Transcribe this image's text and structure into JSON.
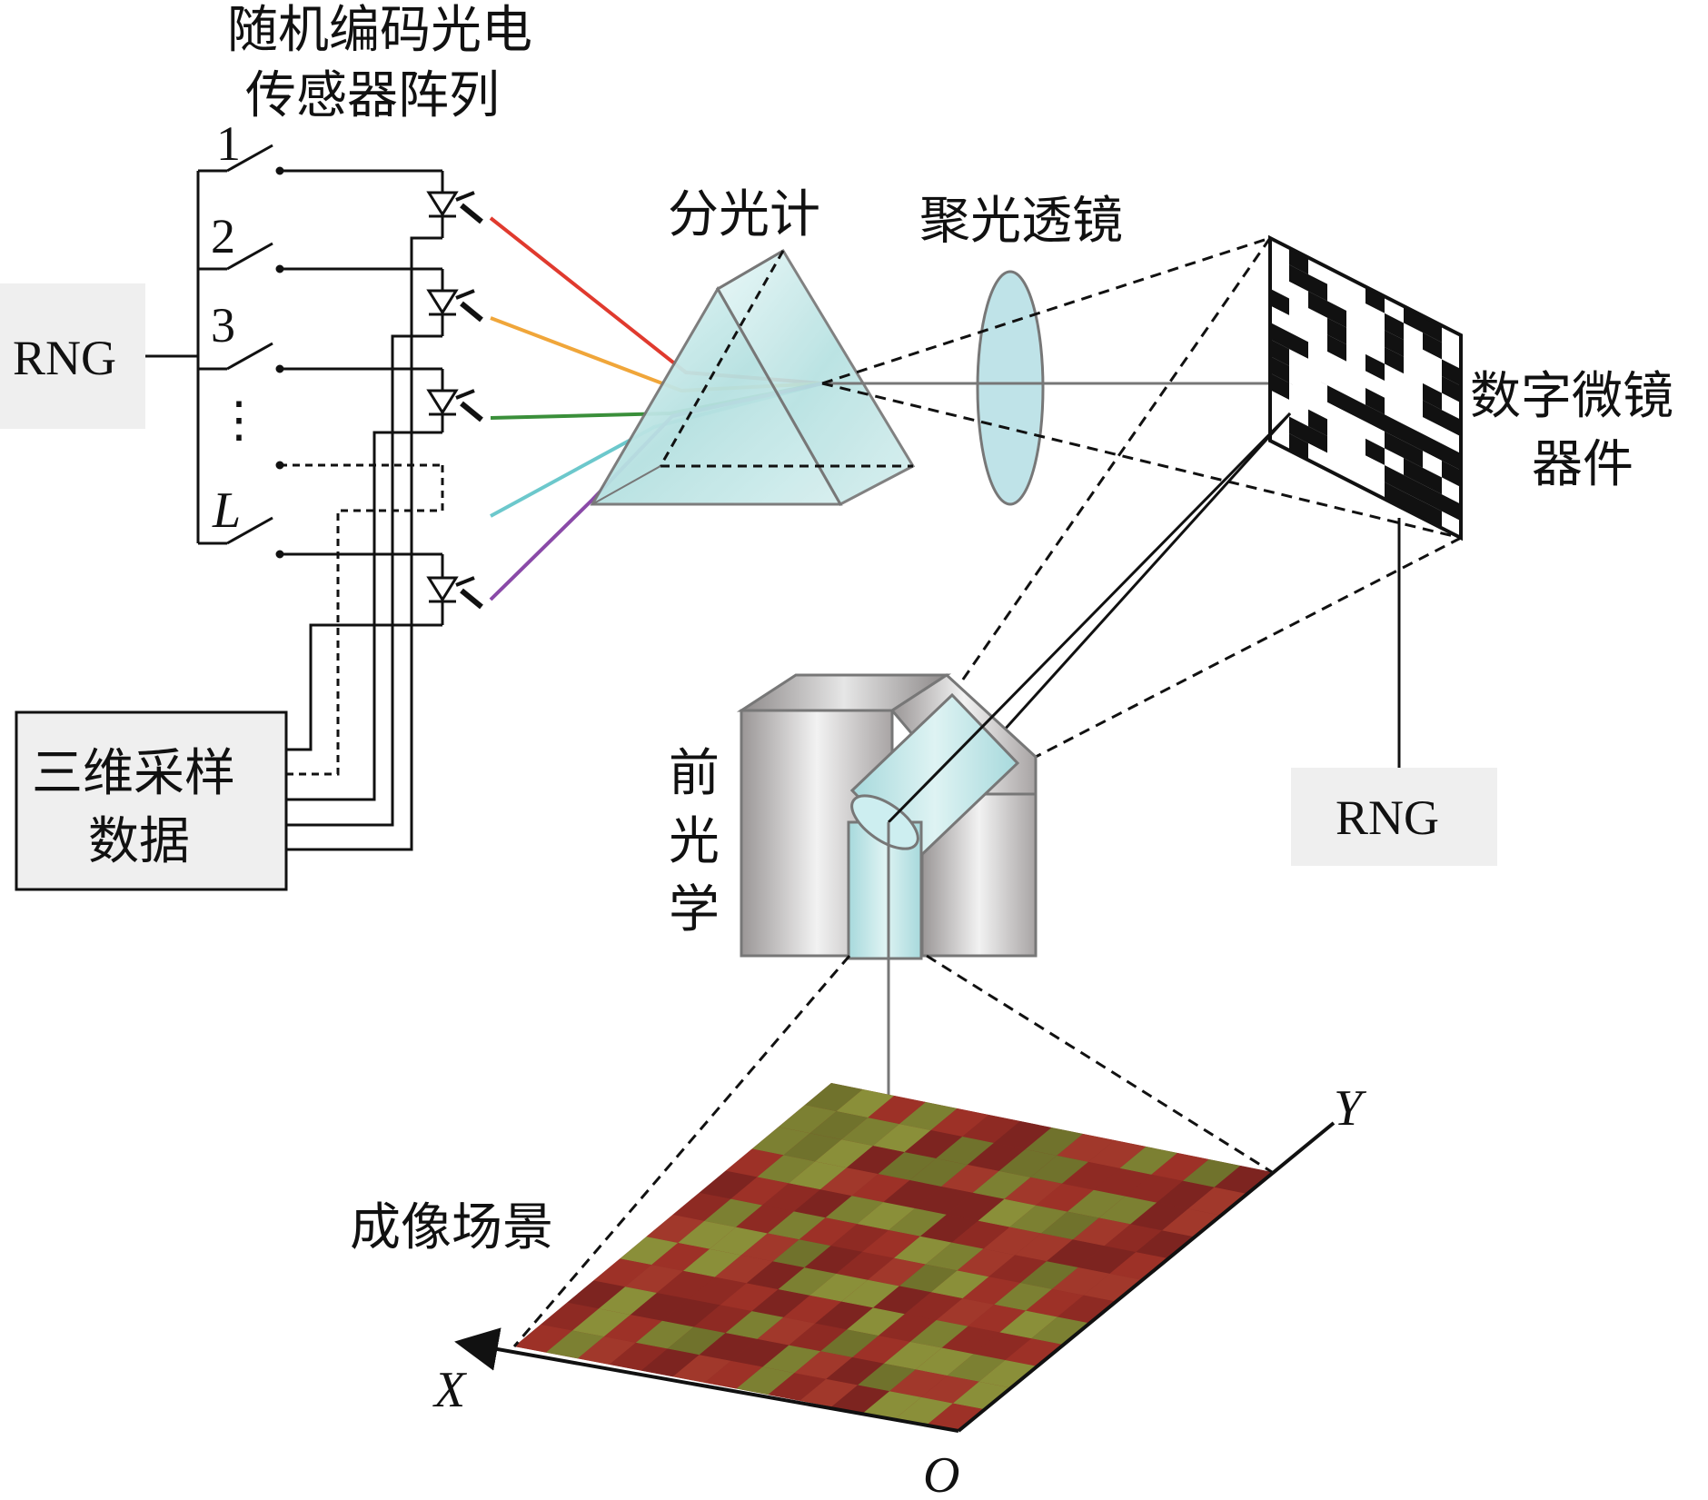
{
  "labels": {
    "sensor_array_line1": "随机编码光电",
    "sensor_array_line2": "传感器阵列",
    "rng_left": "RNG",
    "rng_right": "RNG",
    "sampling_line1": "三维采样",
    "sampling_line2": "数据",
    "spectrometer": "分光计",
    "condenser_lens": "聚光透镜",
    "dmd_line1": "数字微镜",
    "dmd_line2": "器件",
    "front_optics_1": "前",
    "front_optics_2": "光",
    "front_optics_3": "学",
    "scene": "成像场景",
    "axis_x": "X",
    "axis_y": "Y",
    "axis_o": "O"
  },
  "channels": [
    "1",
    "2",
    "3",
    "⋮",
    "L"
  ],
  "ray_colors": [
    "#e03a2e",
    "#f0a63a",
    "#3a8f3a",
    "#6cc8cc",
    "#8a4aa8"
  ],
  "colors": {
    "prism_fill": "#bfe6e6",
    "lens_fill": "#bfe3e8",
    "scene_red": "#9b2b24",
    "scene_green": "#7a8a34",
    "box_gray": "#e8e8e8"
  }
}
